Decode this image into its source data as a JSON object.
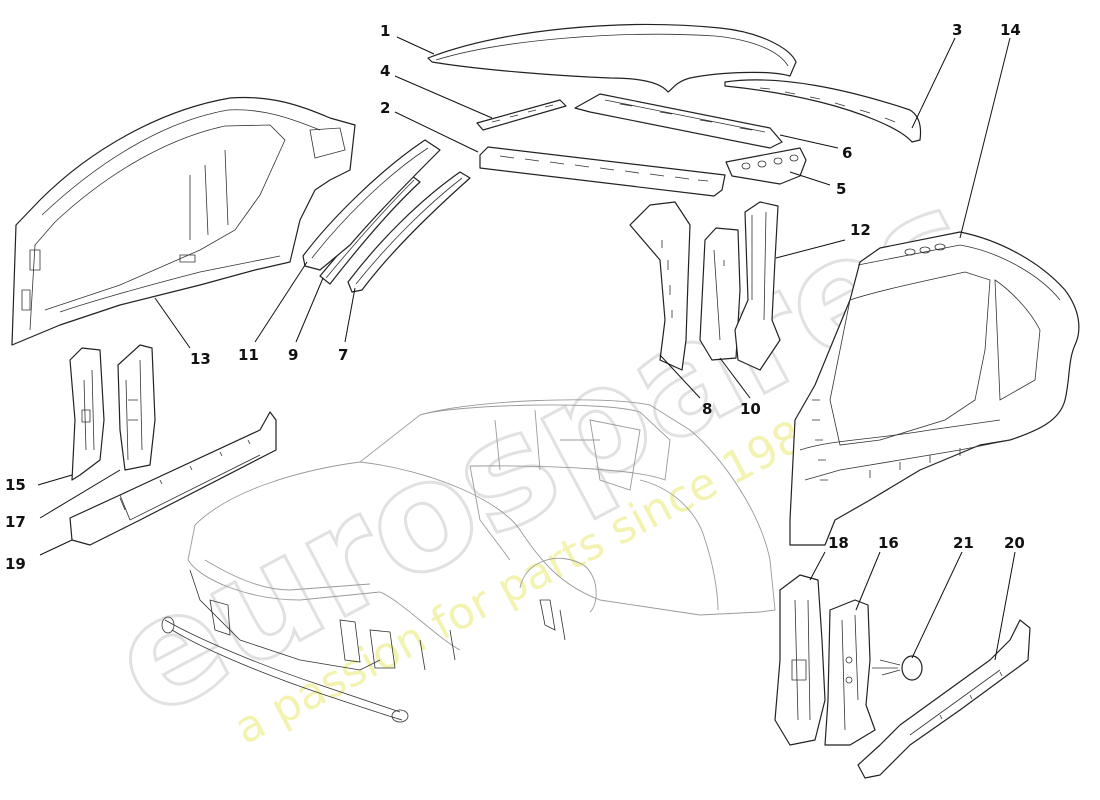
{
  "watermark": {
    "brand": "eurospares",
    "tagline": "a passion for parts since 1985"
  },
  "callouts": {
    "c1": "1",
    "c2": "2",
    "c3": "3",
    "c4": "4",
    "c5": "5",
    "c6": "6",
    "c7": "7",
    "c8": "8",
    "c9": "9",
    "c10": "10",
    "c11": "11",
    "c12": "12",
    "c13": "13",
    "c14": "14",
    "c15": "15",
    "c16": "16",
    "c17": "17",
    "c18": "18",
    "c19": "19",
    "c20": "20",
    "c21": "21"
  },
  "colors": {
    "line": "#222222",
    "car_ghost": "#9a9a9a",
    "watermark_outline": "#d7d7d7",
    "watermark_tagline": "#eeee88"
  }
}
